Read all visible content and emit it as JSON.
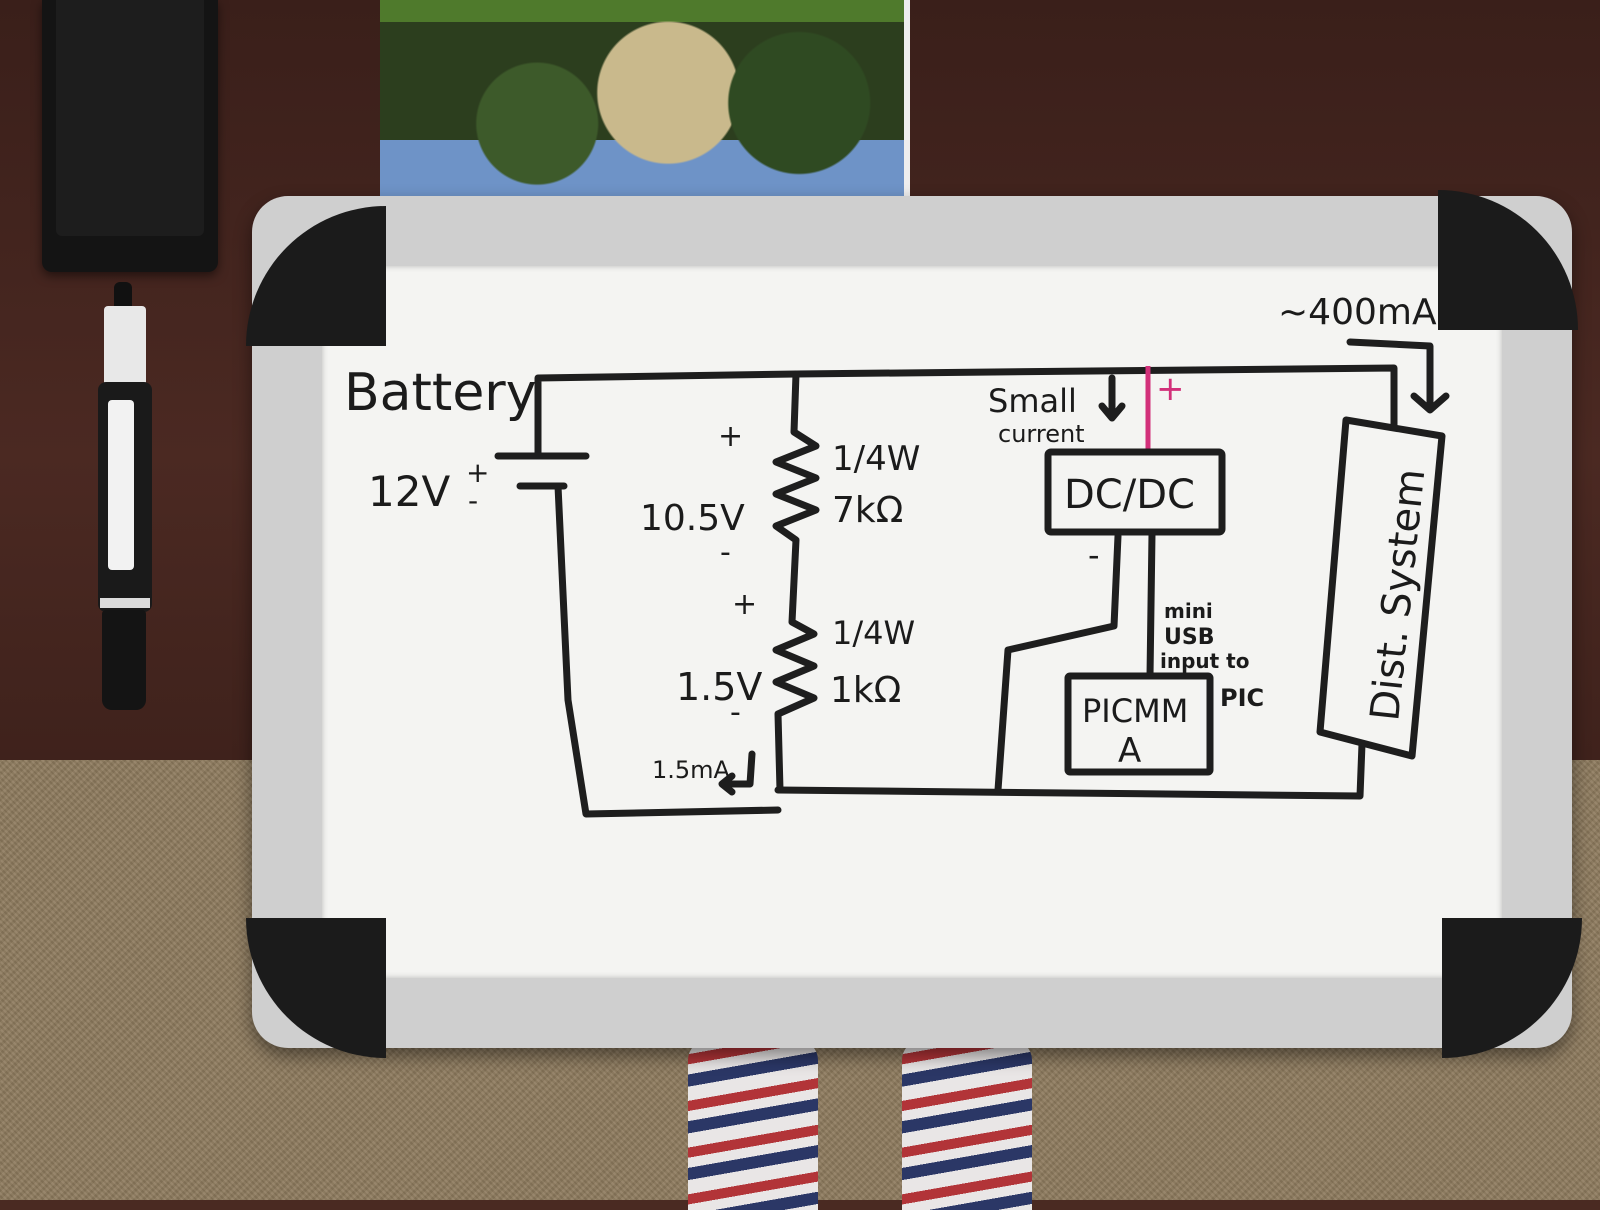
{
  "whiteboard": {
    "battery_label": "Battery",
    "battery_voltage": "12V",
    "battery_plus": "+",
    "battery_minus": "-",
    "r1": {
      "plus": "+",
      "minus": "-",
      "voltage": "10.5V",
      "power": "1/4W",
      "resistance": "7kΩ"
    },
    "r2": {
      "plus": "+",
      "minus": "-",
      "voltage": "1.5V",
      "power": "1/4W",
      "resistance": "1kΩ"
    },
    "divider_current": "1.5mA",
    "small_current_line1": "Small",
    "small_current_line2": "current",
    "dcdc_plus": "+",
    "dcdc_minus": "-",
    "dcdc_label": "DC/DC",
    "usb_line1": "mini",
    "usb_line2": "USB",
    "usb_line3": "input to",
    "usb_line4": "PIC",
    "pic_line1": "PICMM",
    "pic_line2": "A",
    "load_current": "~400mA",
    "load_label": "Dist. System",
    "colors": {
      "ink": "#1b1b1b",
      "marker_pink": "#d2307a"
    }
  }
}
